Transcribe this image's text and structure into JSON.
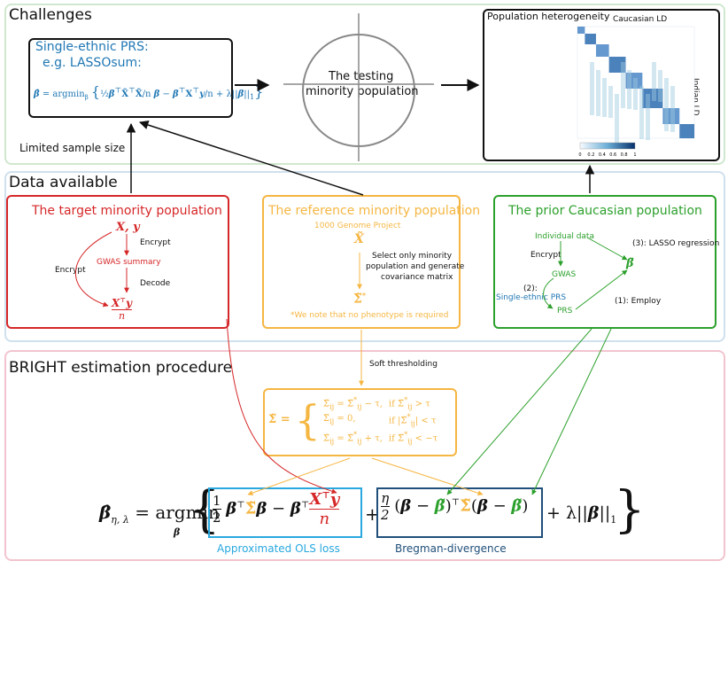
{
  "sections": {
    "challenges": "Challenges",
    "data_available": "Data available",
    "bright": "BRIGHT estimation procedure"
  },
  "single_ethnic": {
    "line1": "Single-ethnic PRS:",
    "line2": "e.g. LASSOsum:"
  },
  "testing_circle": {
    "line1": "The testing",
    "line2": "minority population"
  },
  "limited_sample": "Limited sample size",
  "heterogeneity": {
    "title": "Population heterogeneity",
    "caucasian_ld": "Caucasian LD",
    "indian_ld": "Indian LD",
    "colorbar_ticks": [
      "0",
      "0.2",
      "0.4",
      "0.6",
      "0.8",
      "1"
    ]
  },
  "target": {
    "title": "The target minority population",
    "xy": "X, y",
    "encrypt_right": "Encrypt",
    "encrypt_left": "Encrypt",
    "gwas_summary": "GWAS summary",
    "decode": "Decode"
  },
  "reference": {
    "title": "The reference minority population",
    "genome": "1000 Genome Project",
    "select_line1": "Select only minority",
    "select_line2": "population and generate",
    "select_line3": "covariance matrix",
    "note": "*We note that no phenotype is required"
  },
  "prior": {
    "title": "The prior Caucasian population",
    "individual": "Individual data",
    "lasso": "(3): LASSO regression",
    "encrypt": "Encrypt",
    "gwas": "GWAS",
    "single_ethnic_num": "(2):",
    "single_ethnic_prs": "Single-ethnic PRS",
    "prs": "PRS",
    "employ": "(1): Employ"
  },
  "soft_thresholding": "Soft thresholding",
  "bottom_labels": {
    "ols": "Approximated OLS loss",
    "bregman": "Bregman-divergence"
  },
  "colors": {
    "challenges_border": "#cfe8cf",
    "data_border": "#cfe0ee",
    "bright_border": "#f2c4cf",
    "target": "#d62728",
    "reference": "#f5b642",
    "prior": "#2ca02c",
    "blue_text": "#1f77b4",
    "ols_box": "#29a8df",
    "bregman_box": "#1f4f7a"
  }
}
